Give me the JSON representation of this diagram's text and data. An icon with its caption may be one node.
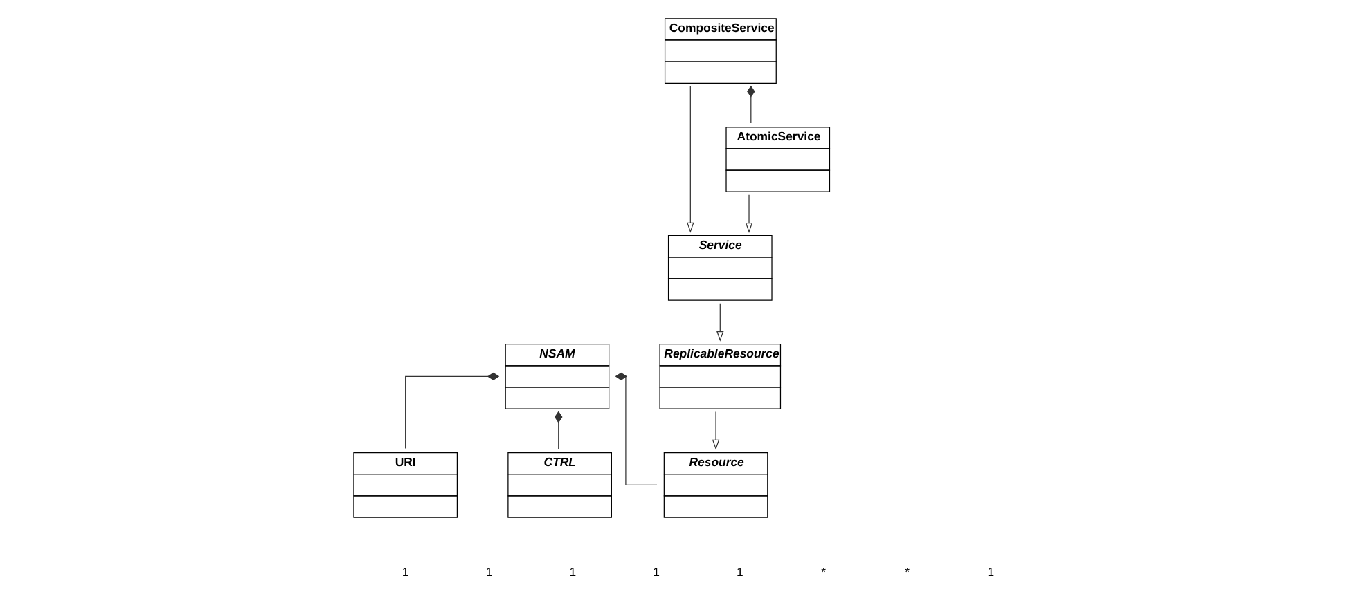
{
  "diagram": {
    "nodes": [
      {
        "text": [
          "URI"
        ]
      },
      {
        "text": [
          "NSAM"
        ]
      },
      {
        "text": [
          "CTRL"
        ]
      },
      {
        "text": [
          "Resource"
        ]
      },
      {
        "text": [
          "ReplicableResource"
        ]
      },
      {
        "text": [
          "Service"
        ]
      },
      {
        "text": [
          "AtomicService"
        ]
      },
      {
        "text": [
          "CompositeService"
        ]
      }
    ],
    "edges": [
      {
        "from": 1,
        "to": 0,
        "arrow": "other"
      },
      {
        "from": 1,
        "to": 2,
        "arrow": "other"
      },
      {
        "from": 1,
        "to": 3,
        "arrow": "other"
      },
      {
        "from": 4,
        "to": 3,
        "arrow": "to"
      },
      {
        "from": 5,
        "to": 4,
        "arrow": "to"
      },
      {
        "from": 6,
        "to": 5,
        "arrow": "to"
      },
      {
        "from": 7,
        "to": 5,
        "arrow": "to"
      },
      {
        "from": 7,
        "to": 6,
        "arrow": "other"
      }
    ],
    "labels": [
      "1",
      "1",
      "1",
      "1",
      "1",
      "*",
      "*",
      "1"
    ]
  }
}
